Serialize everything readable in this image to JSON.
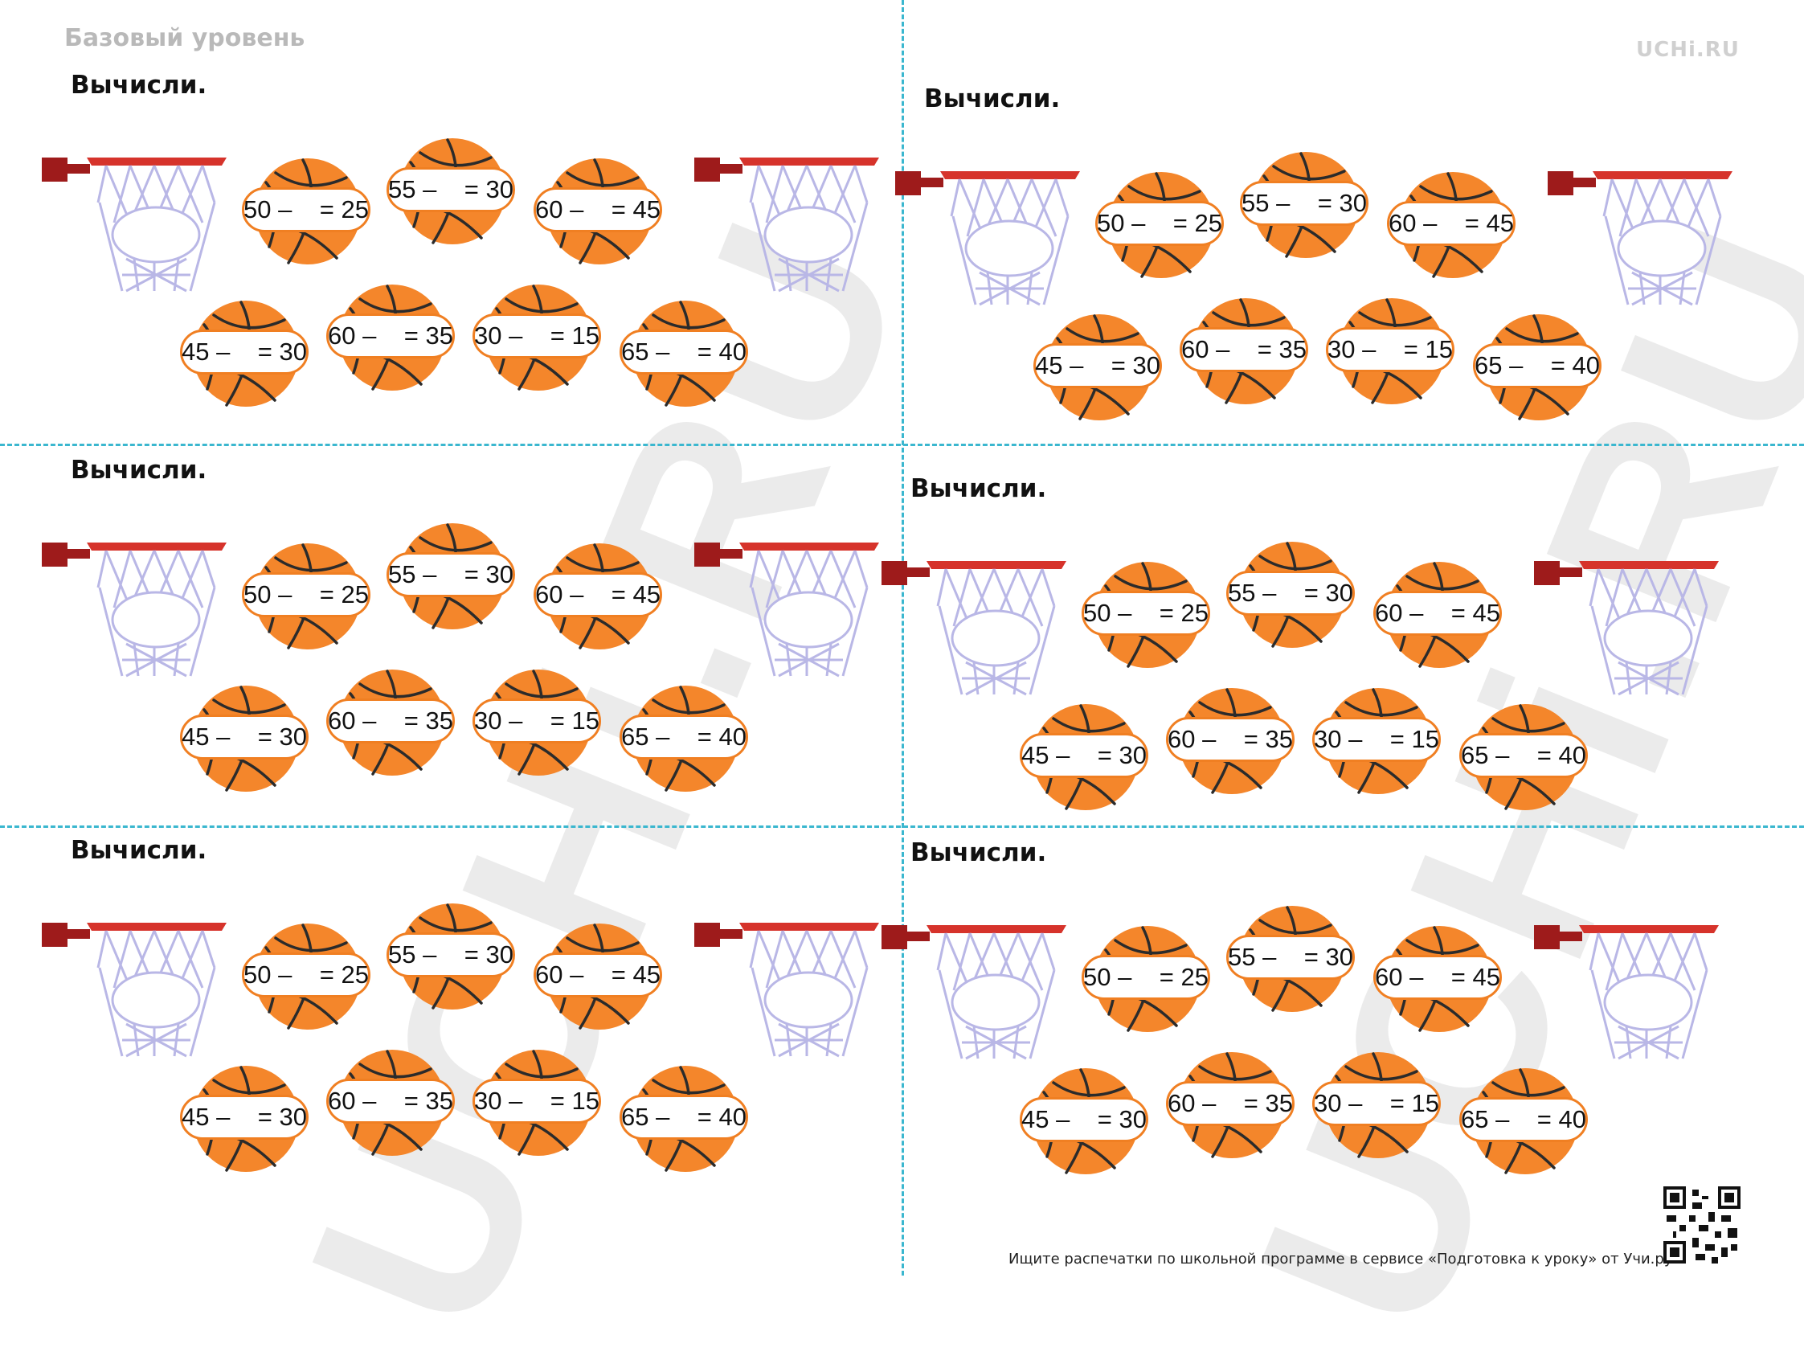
{
  "header": {
    "level": "Базовый уровень",
    "brand": "UCHi.RU"
  },
  "watermark": {
    "text_left": "UCHi.RU",
    "text_right": "UCHi.RU"
  },
  "colors": {
    "cut_line": "#3bb7cf",
    "ball": "#f4862b",
    "ball_outline": "#f07f22",
    "rim": "#d6332b",
    "backboard": "#9e1b1b",
    "net": "#b9b7e6"
  },
  "card": {
    "title": "Вычисли.",
    "top_row": [
      {
        "a": "50",
        "op": "–",
        "result": "25"
      },
      {
        "a": "55",
        "op": "–",
        "result": "30"
      },
      {
        "a": "60",
        "op": "–",
        "result": "45"
      }
    ],
    "bottom_row": [
      {
        "a": "45",
        "op": "–",
        "result": "30"
      },
      {
        "a": "60",
        "op": "–",
        "result": "35"
      },
      {
        "a": "30",
        "op": "–",
        "result": "15"
      },
      {
        "a": "65",
        "op": "–",
        "result": "40"
      }
    ]
  },
  "footer": {
    "text": "Ищите распечатки по школьной программе в сервисе «Подготовка к уроку» от Учи.ру.",
    "qr_icon": "qr-code-icon"
  }
}
